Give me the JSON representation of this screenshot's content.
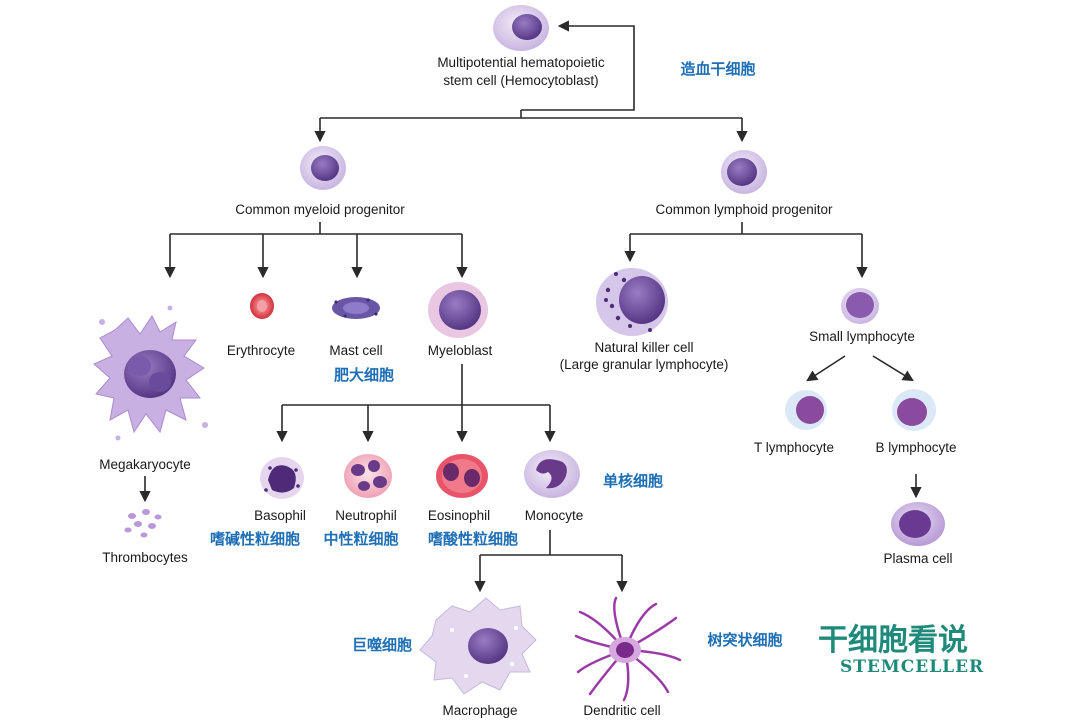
{
  "cells": {
    "hsc": {
      "line1": "Multipotential hematopoietic",
      "line2": "stem cell (Hemocytoblast)",
      "cn": "造血干细胞"
    },
    "myeloid": "Common myeloid progenitor",
    "lymphoid": "Common lymphoid progenitor",
    "megakaryocyte": "Megakaryocyte",
    "thrombocytes": "Thrombocytes",
    "erythrocyte": "Erythrocyte",
    "mast": {
      "label": "Mast cell",
      "cn": "肥大细胞"
    },
    "myeloblast": "Myeloblast",
    "nk": {
      "line1": "Natural killer cell",
      "line2": "(Large granular lymphocyte)"
    },
    "small_lymph": "Small lymphocyte",
    "t_lymph": "T lymphocyte",
    "b_lymph": "B lymphocyte",
    "plasma": "Plasma cell",
    "basophil": {
      "label": "Basophil",
      "cn": "嗜碱性粒细胞"
    },
    "neutrophil": {
      "label": "Neutrophil",
      "cn": "中性粒细胞"
    },
    "eosinophil": {
      "label": "Eosinophil",
      "cn": "嗜酸性粒细胞"
    },
    "monocyte": {
      "label": "Monocyte",
      "cn": "单核细胞"
    },
    "macrophage": {
      "label": "Macrophage",
      "cn": "巨噬细胞"
    },
    "dendritic": {
      "label": "Dendritic cell",
      "cn": "树突状细胞"
    }
  },
  "watermark": {
    "cn": "干细胞看说",
    "en": "STEMCELLER"
  },
  "colors": {
    "label_cn": "#1f6fb5",
    "logo": "#1f8a7a",
    "cell_light": "#ddd0ec",
    "nucleus": "#6b4a9a"
  }
}
